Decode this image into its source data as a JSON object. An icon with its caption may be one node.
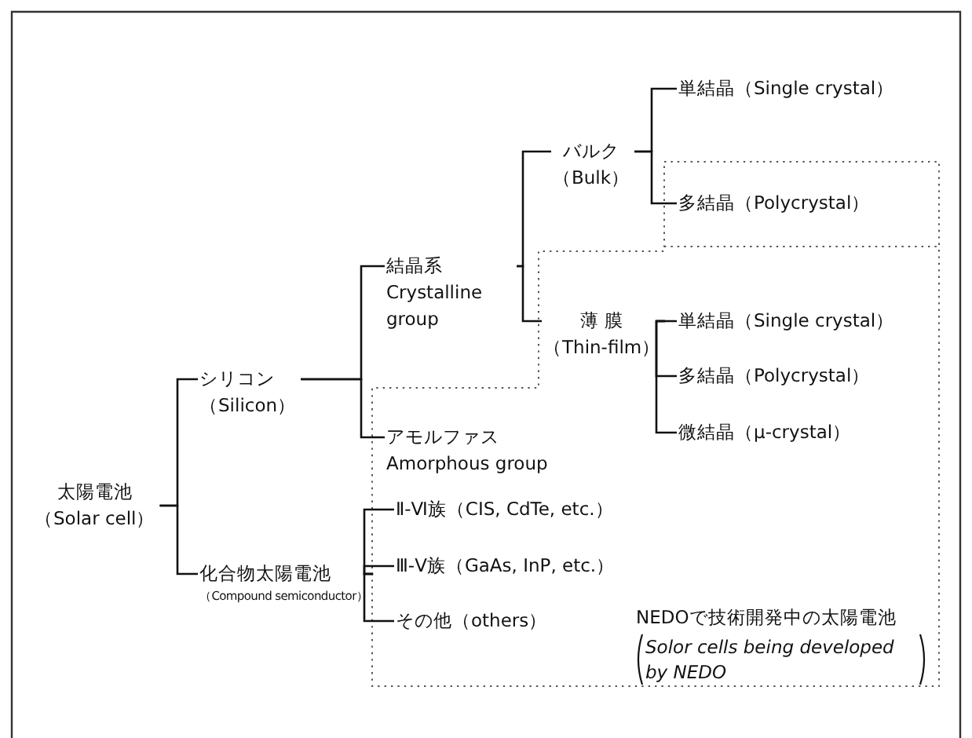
{
  "diagram": {
    "nodes": [
      {
        "text": [
          "太陽電池",
          "（Solar cell）"
        ]
      },
      {
        "text": [
          "シリコン",
          "（Silicon）"
        ]
      },
      {
        "text": [
          "化合物太陽電池",
          "（Compound semiconductor）"
        ]
      },
      {
        "text": [
          "結晶系",
          "Crystalline group"
        ]
      },
      {
        "text": [
          "アモルファス",
          "Amorphous group"
        ]
      },
      {
        "text": [
          "バルク",
          "（Bulk）"
        ]
      },
      {
        "text": [
          "薄 膜",
          "（Thin-film）"
        ]
      },
      {
        "text": [
          "単結晶（Single crystal）"
        ]
      },
      {
        "text": [
          "多結晶（Polycrystal）"
        ]
      },
      {
        "text": [
          "単結晶（Single crystal）"
        ]
      },
      {
        "text": [
          "多結晶（Polycrystal）"
        ]
      },
      {
        "text": [
          "微結晶（μ-crystal）"
        ]
      },
      {
        "text": [
          "Ⅱ-Ⅵ族（CIS, CdTe, etc.）"
        ]
      },
      {
        "text": [
          "Ⅲ-Ⅴ族（GaAs, InP, etc.）"
        ]
      },
      {
        "text": [
          "その他（others）"
        ]
      }
    ],
    "edges": [
      {
        "from": 0,
        "to": 1,
        "arrow": "none"
      },
      {
        "from": 0,
        "to": 2,
        "arrow": "none"
      },
      {
        "from": 1,
        "to": 3,
        "arrow": "none"
      },
      {
        "from": 1,
        "to": 4,
        "arrow": "none"
      },
      {
        "from": 3,
        "to": 5,
        "arrow": "none"
      },
      {
        "from": 3,
        "to": 6,
        "arrow": "none"
      },
      {
        "from": 5,
        "to": 7,
        "arrow": "none"
      },
      {
        "from": 5,
        "to": 8,
        "arrow": "none"
      },
      {
        "from": 6,
        "to": 9,
        "arrow": "none"
      },
      {
        "from": 6,
        "to": 10,
        "arrow": "none"
      },
      {
        "from": 6,
        "to": 11,
        "arrow": "none"
      },
      {
        "from": 2,
        "to": 12,
        "arrow": "none"
      },
      {
        "from": 2,
        "to": 13,
        "arrow": "none"
      },
      {
        "from": 2,
        "to": 14,
        "arrow": "none"
      }
    ],
    "labels": [
      "NEDOで技術開発中の太陽電池",
      "Solor cells being developed by NEDO"
    ]
  }
}
